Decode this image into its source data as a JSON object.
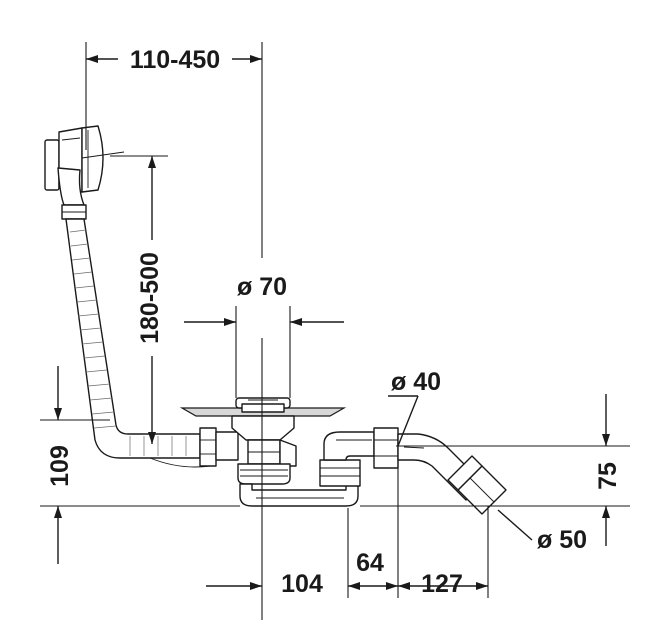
{
  "dimensions": {
    "overflow_reach": "110-450",
    "overflow_height": "180-500",
    "waste_diameter": "ø 70",
    "pipe_diameter": "ø 40",
    "outlet_diameter": "ø 50",
    "bottom_height": "109",
    "outlet_height": "75",
    "distance_a": "104",
    "distance_b": "64",
    "distance_c": "127"
  }
}
